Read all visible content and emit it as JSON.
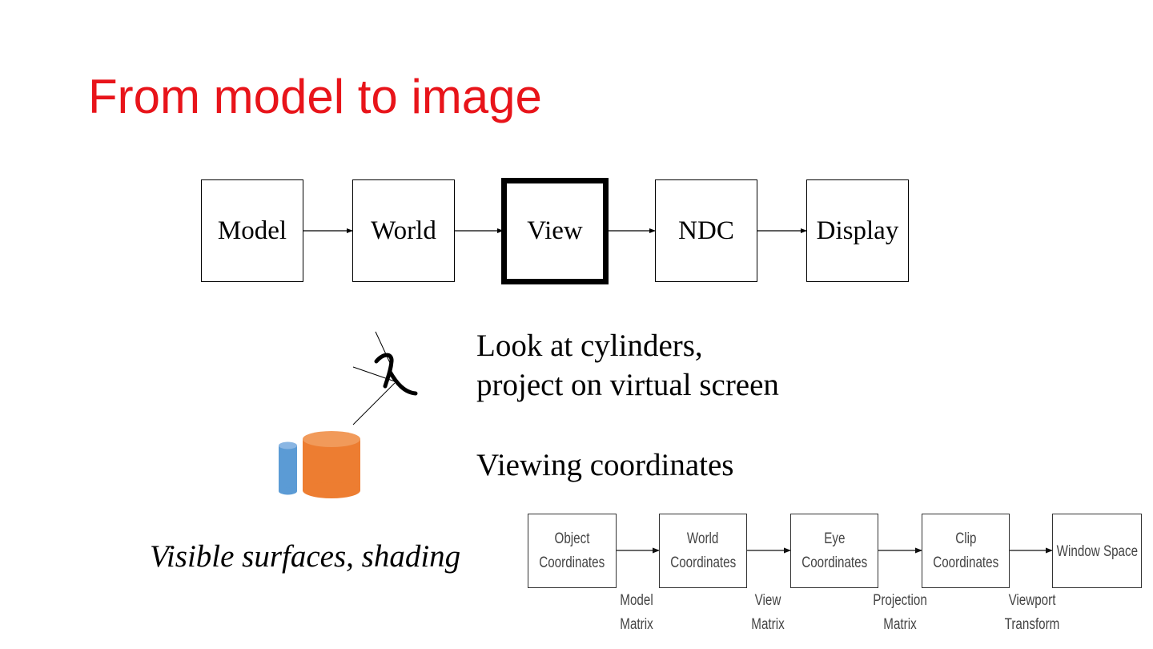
{
  "title": "From model to image",
  "pipeline": [
    "Model",
    "World",
    "View",
    "NDC",
    "Display"
  ],
  "description": {
    "line1": "Look at cylinders,",
    "line2": "project on virtual screen",
    "line3": "Viewing coordinates"
  },
  "caption": "Visible surfaces, shading",
  "opengl": {
    "boxes": [
      {
        "line1": "Object",
        "line2": "Coordinates"
      },
      {
        "line1": "World",
        "line2": "Coordinates"
      },
      {
        "line1": "Eye",
        "line2": "Coordinates"
      },
      {
        "line1": "Clip",
        "line2": "Coordinates"
      },
      {
        "line1": "Window Space",
        "line2": ""
      }
    ],
    "labels": [
      {
        "line1": "Model",
        "line2": "Matrix"
      },
      {
        "line1": "View",
        "line2": "Matrix"
      },
      {
        "line1": "Projection",
        "line2": "Matrix"
      },
      {
        "line1": "Viewport",
        "line2": "Transform"
      }
    ]
  },
  "colors": {
    "title": "#e8141a",
    "orange_cylinder": "#ed7d31",
    "blue_cylinder": "#5b9bd5"
  },
  "icons": [
    "eye-icon",
    "blue-cylinder-icon",
    "orange-cylinder-icon"
  ]
}
